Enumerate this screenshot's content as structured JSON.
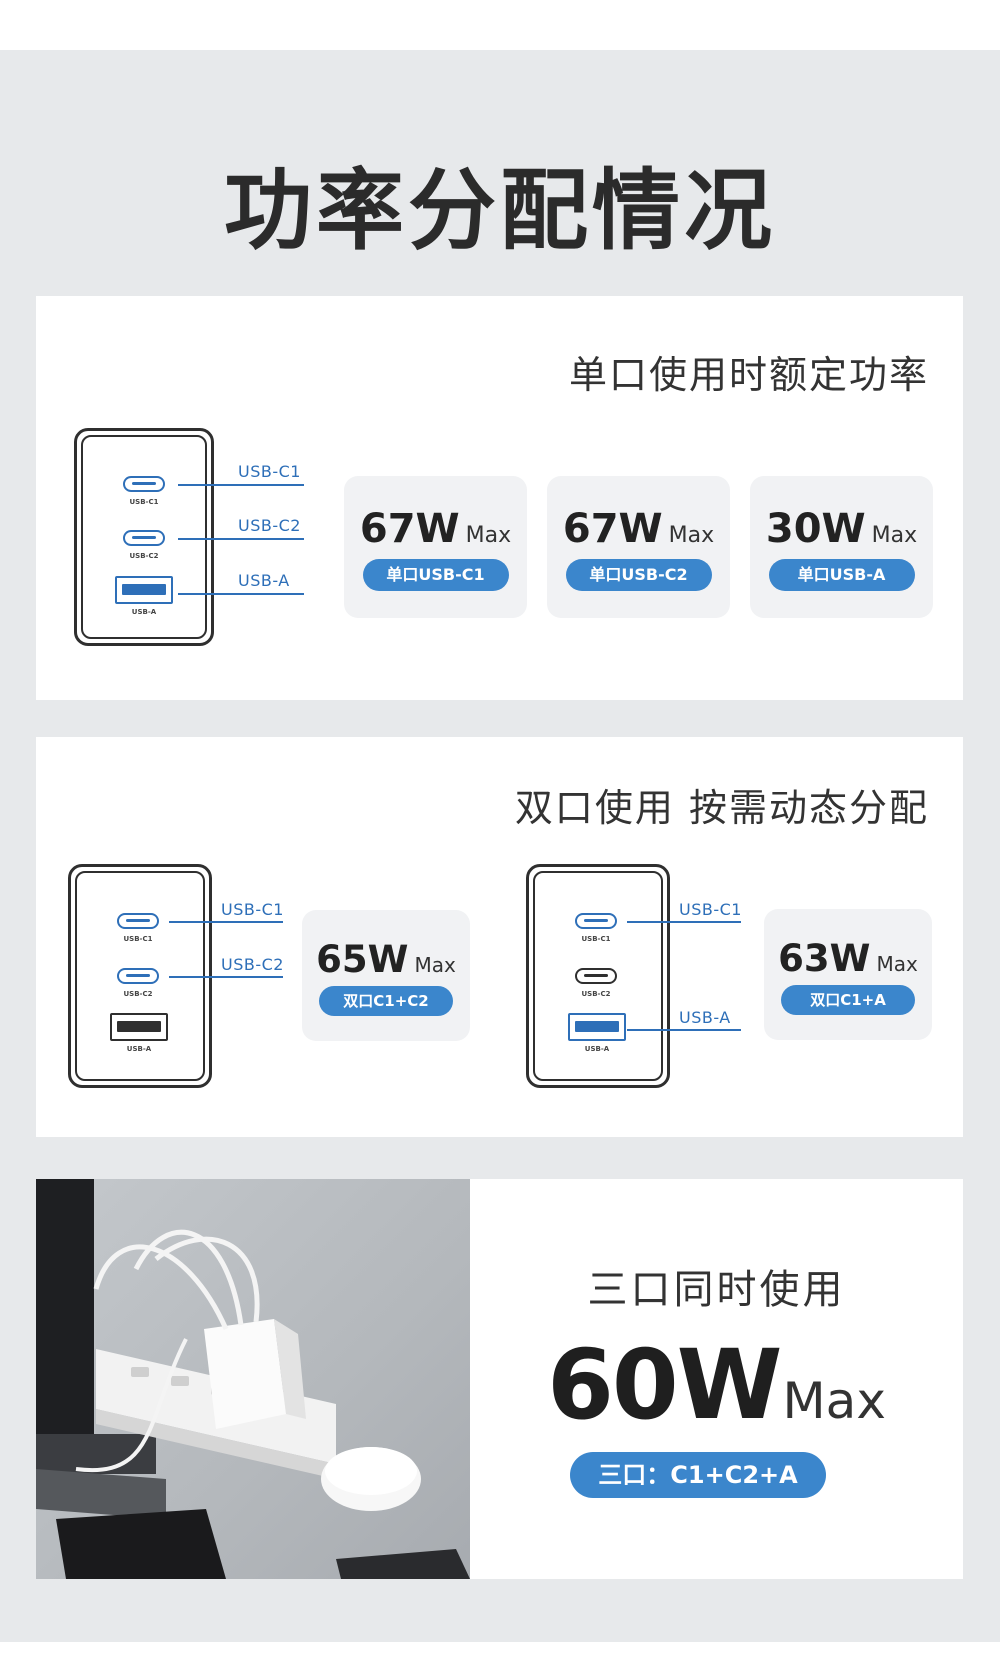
{
  "title": "功率分配情况",
  "single": {
    "heading": "单口使用时额定功率",
    "ports": [
      "USB-C1",
      "USB-C2",
      "USB-A"
    ],
    "tiny_labels": [
      "USB-C1",
      "USB-C2",
      "USB-A"
    ],
    "cards": [
      {
        "watt": "67W",
        "max": "Max",
        "tag": "单口USB-C1"
      },
      {
        "watt": "67W",
        "max": "Max",
        "tag": "单口USB-C2"
      },
      {
        "watt": "30W",
        "max": "Max",
        "tag": "单口USB-A"
      }
    ]
  },
  "dual": {
    "heading": "双口使用 按需动态分配",
    "left": {
      "lead_labels": [
        "USB-C1",
        "USB-C2"
      ],
      "tiny_labels": [
        "USB-C1",
        "USB-C2",
        "USB-A"
      ],
      "card": {
        "watt": "65W",
        "max": "Max",
        "tag": "双口C1+C2"
      }
    },
    "right": {
      "lead_labels": [
        "USB-C1",
        "USB-A"
      ],
      "tiny_labels": [
        "USB-C1",
        "USB-C2",
        "USB-A"
      ],
      "card": {
        "watt": "63W",
        "max": "Max",
        "tag": "双口C1+A"
      }
    }
  },
  "triple": {
    "heading": "三口同时使用",
    "watt": "60W",
    "max": "Max",
    "tag": "三口：C1+C2+A"
  },
  "colors": {
    "accent": "#3b86cc",
    "line": "#2e6fb8",
    "background": "#e7e9eb",
    "card": "#f1f2f4"
  }
}
